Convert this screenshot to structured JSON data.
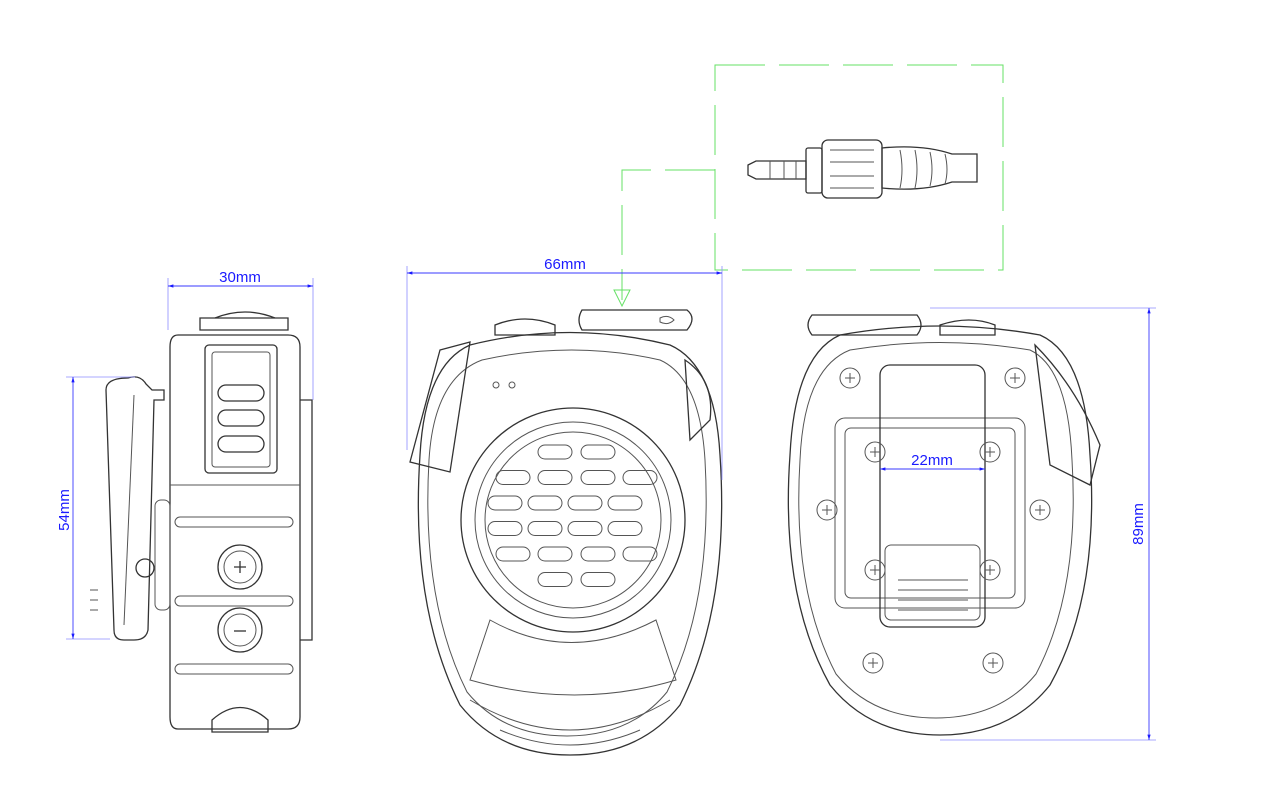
{
  "drawing": {
    "dimensions": {
      "side_width": "30mm",
      "front_width": "66mm",
      "clip_height": "54mm",
      "total_height": "89mm",
      "clip_width": "22mm"
    },
    "colors": {
      "dimension": "#1a1aff",
      "leader": "#66e066",
      "outline": "#333333"
    }
  }
}
